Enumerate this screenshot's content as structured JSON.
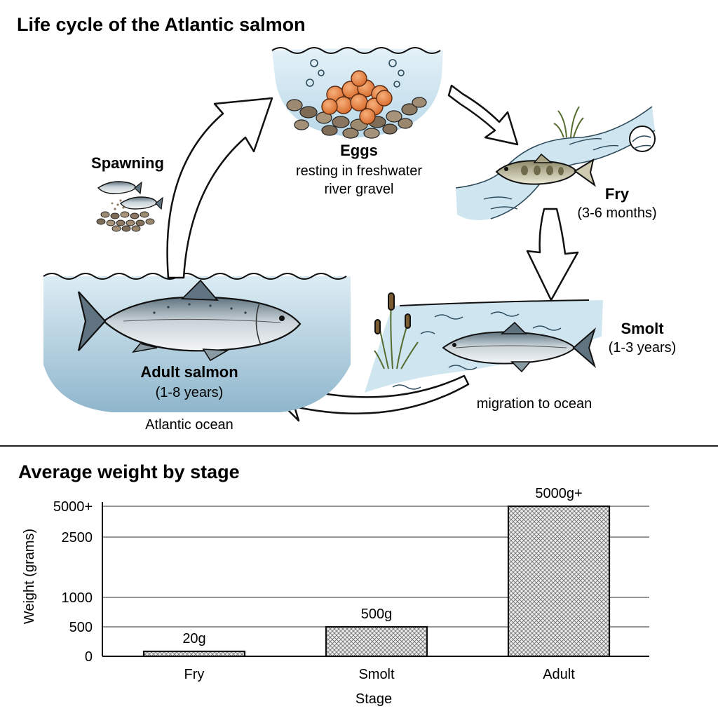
{
  "diagram": {
    "title": "Life cycle of the Atlantic salmon",
    "spawning_label": "Spawning",
    "eggs": {
      "name": "Eggs",
      "line1": "resting in freshwater",
      "line2": "river gravel"
    },
    "fry": {
      "name": "Fry",
      "duration": "(3-6 months)"
    },
    "smolt": {
      "name": "Smolt",
      "duration": "(1-3 years)"
    },
    "migration_label": "migration to ocean",
    "adult": {
      "name": "Adult salmon",
      "duration": "(1-8 years)"
    },
    "ocean_label": "Atlantic ocean",
    "colors": {
      "water": "#cfe6f1",
      "water_deep": "#8fb6cc",
      "egg": "#e07a3c",
      "gravel": "#8f7b62",
      "fish_back": "#5f7480"
    }
  },
  "chart_data": {
    "type": "bar",
    "title": "Average weight by stage",
    "xlabel": "Stage",
    "ylabel": "Weight (grams)",
    "categories": [
      "Fry",
      "Smolt",
      "Adult"
    ],
    "values": [
      20,
      500,
      5000
    ],
    "data_labels": [
      "20g",
      "500g",
      "5000g+"
    ],
    "y_ticks": [
      {
        "label": "0",
        "value": 0
      },
      {
        "label": "500",
        "value": 500
      },
      {
        "label": "1000",
        "value": 1000
      },
      {
        "label": "2500",
        "value": 2500
      },
      {
        "label": "5000+",
        "value": 5000
      }
    ],
    "scale": "non-linear",
    "grid": true,
    "bar_fill": "crosshatch"
  }
}
